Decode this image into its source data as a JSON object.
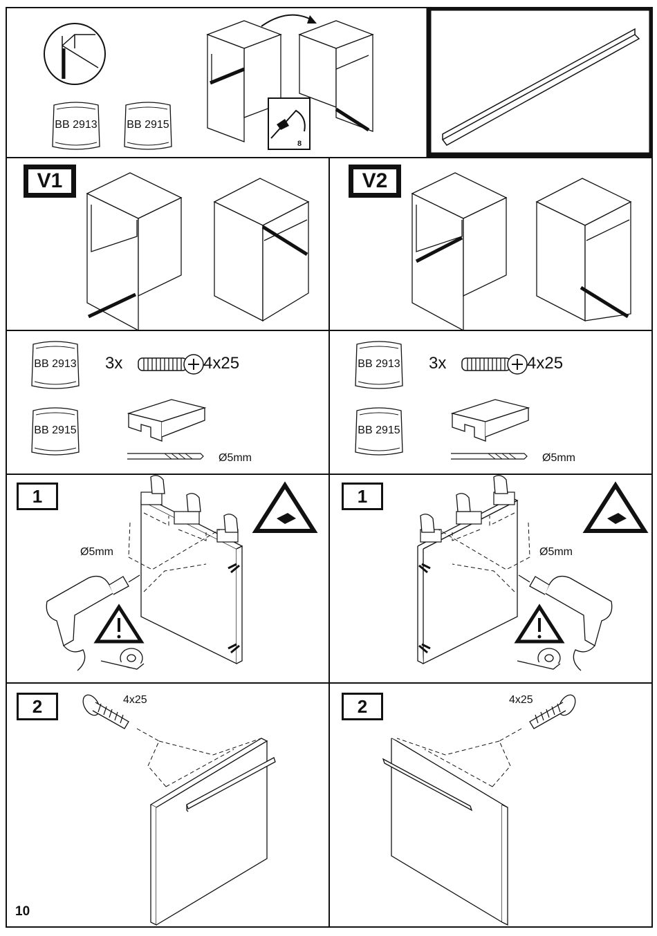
{
  "row1": {
    "bag_left": "BB 2913",
    "bag_right": "BB 2915",
    "sticker_page": "8"
  },
  "variants": {
    "v1_label": "V1",
    "v2_label": "V2"
  },
  "parts": {
    "left": {
      "bag1": "BB 2913",
      "bag2": "BB 2915",
      "screw_qty": "3x",
      "screw_size": "4x25",
      "drill_size": "Ø5mm"
    },
    "right": {
      "bag1": "BB 2913",
      "bag2": "BB 2915",
      "screw_qty": "3x",
      "screw_size": "4x25",
      "drill_size": "Ø5mm"
    }
  },
  "step1": {
    "left": {
      "number": "1",
      "drill_size": "Ø5mm"
    },
    "right": {
      "number": "1",
      "drill_size": "Ø5mm"
    }
  },
  "step2": {
    "left": {
      "number": "2",
      "screw_size": "4x25"
    },
    "right": {
      "number": "2",
      "screw_size": "4x25"
    }
  },
  "page_number": "10"
}
